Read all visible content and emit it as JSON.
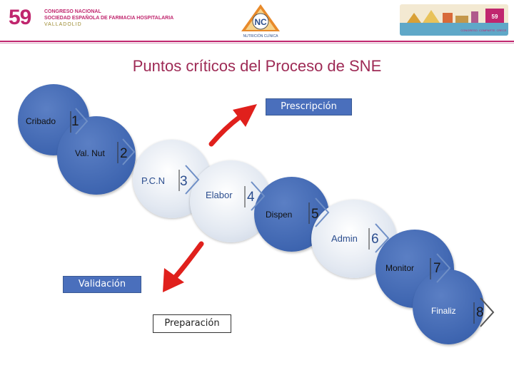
{
  "header": {
    "congress_number": "59",
    "org_line1": "CONGRESO NACIONAL",
    "org_line2": "SOCIEDAD ESPAÑOLA DE FARMACIA HOSPITALARIA",
    "org_line3": "VALLADOLID",
    "nc_logo_text": "NC",
    "nc_logo_caption": "NUTRICIÓN CLÍNICA",
    "banner_caption": "CONGRESO. COMPARTE. CRECE."
  },
  "title": "Puntos críticos del Proceso de SNE",
  "steps": [
    {
      "label": "Cribado",
      "number": "1"
    },
    {
      "label": "Val. Nut",
      "number": "2"
    },
    {
      "label": "P.C.N",
      "number": "3"
    },
    {
      "label": "Elabor",
      "number": "4"
    },
    {
      "label": "Dispen",
      "number": "5"
    },
    {
      "label": "Admin",
      "number": "6"
    },
    {
      "label": "Monitor",
      "number": "7"
    },
    {
      "label": "Finaliz",
      "number": "8"
    }
  ],
  "callouts": {
    "prescripcion": "Prescripción",
    "validacion": "Validación",
    "preparacion": "Preparación"
  },
  "colors": {
    "brand": "#c0266e",
    "title": "#9e2a55",
    "circle_dark": "#3e65b0",
    "arrow": "#e0201c"
  },
  "icons": [
    "chevron-right-icon",
    "red-arrow-icon"
  ]
}
